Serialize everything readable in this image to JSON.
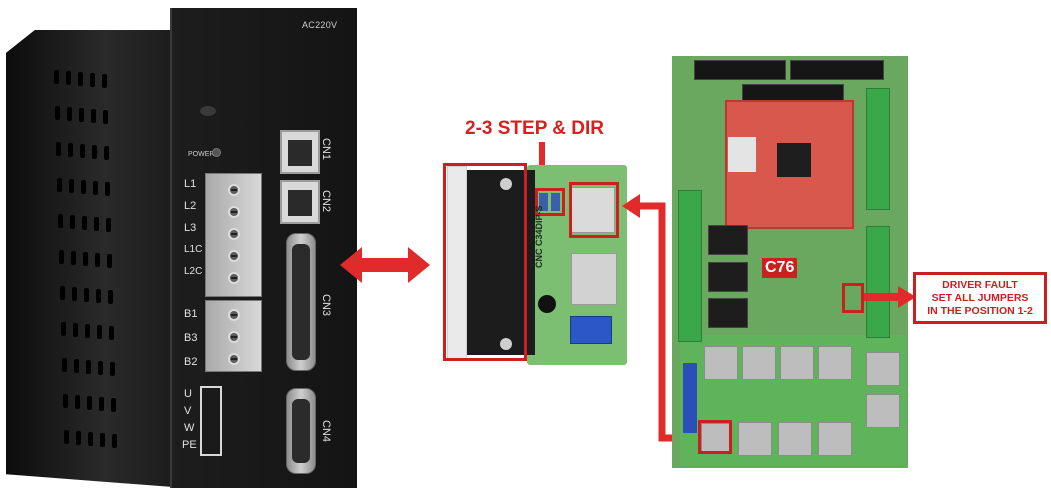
{
  "servo": {
    "supply_label": "AC220V",
    "power_label": "POWER",
    "terminals_main": [
      "L1",
      "L2",
      "L3",
      "L1C",
      "L2C"
    ],
    "terminals_brake": [
      "B1",
      "B3",
      "B2"
    ],
    "terminals_motor": [
      "U",
      "V",
      "W",
      "PE"
    ],
    "connectors": [
      "CN1",
      "CN2",
      "CN3",
      "CN4"
    ]
  },
  "breakout_board": {
    "callout": "2-3 STEP & DIR",
    "silkscreen": "CNC C34DIP-S"
  },
  "main_board": {
    "module_label": "C76",
    "fault_callout": [
      "DRIVER FAULT",
      "SET ALL JUMPERS",
      "IN THE POSITION 1-2"
    ]
  },
  "colors": {
    "accent_red": "#cc1f1f",
    "pcb_green": "#6aa85f",
    "module_red": "#d8584d",
    "servo_black": "#141414"
  }
}
